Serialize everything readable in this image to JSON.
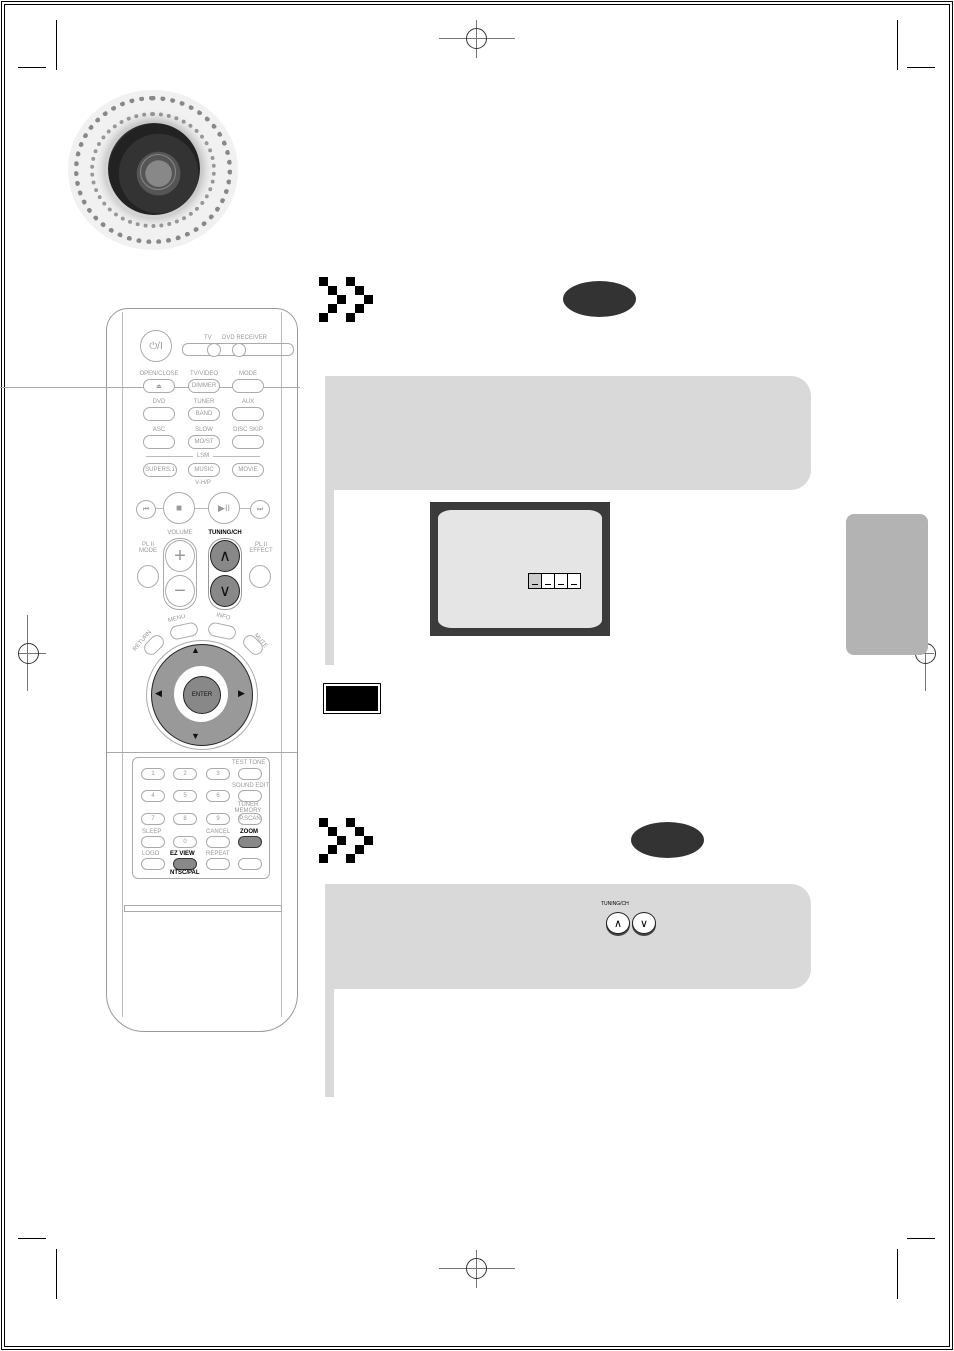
{
  "page": {
    "background": "#ffffff",
    "panel_color": "#d9d9d9",
    "side_tab_color": "#b3b3b3",
    "pill_color": "#333333"
  },
  "remote": {
    "power_label": "⏻/I",
    "mode_selector": {
      "tv": "TV",
      "dvd_receiver": "DVD RECEIVER"
    },
    "rows": [
      {
        "top_labels": [
          "OPEN/CLOSE",
          "TV/VIDEO",
          "MODE"
        ],
        "buttons": [
          "⏏",
          "DIMMER",
          ""
        ]
      },
      {
        "top_labels": [
          "DVD",
          "TUNER",
          "AUX"
        ],
        "buttons": [
          "",
          "BAND",
          ""
        ]
      },
      {
        "top_labels": [
          "ASC",
          "SLOW",
          "DISC SKIP"
        ],
        "buttons": [
          "",
          "MO/ST",
          ""
        ]
      }
    ],
    "lsm_label": "LSM",
    "lsm_buttons": [
      "SUPERS.1",
      "MUSIC",
      "MOVIE"
    ],
    "vhp_label": "V-H/P",
    "transport": {
      "prev": "⏮",
      "stop": "■",
      "play_pause": "▶II",
      "next": "⏭"
    },
    "volume_label": "VOLUME",
    "tuning_label": "TUNING/CH",
    "pl2_mode_label": "PL II MODE",
    "pl2_effect_label": "PL II EFFECT",
    "vol_plus": "+",
    "vol_minus": "−",
    "tuning_up": "∧",
    "tuning_down": "∨",
    "menu_label": "MENU",
    "info_label": "INFO",
    "return_label": "RETURN",
    "mute_label": "MUTE",
    "enter_label": "ENTER",
    "dpad": {
      "up": "▲",
      "down": "▼",
      "left": "◀",
      "right": "▶"
    },
    "keypad": {
      "numbers": [
        "1",
        "2",
        "3",
        "4",
        "5",
        "6",
        "7",
        "8",
        "9",
        "0"
      ],
      "test_tone": "TEST TONE",
      "sound_edit": "SOUND EDIT",
      "tuner_memory": "TUNER MEMORY",
      "p_scan": "P.SCAN",
      "sleep": "SLEEP",
      "cancel": "CANCEL",
      "zoom": "ZOOM",
      "logo": "LOGO",
      "ez_view": "EZ VIEW",
      "repeat": "REPEAT",
      "ntsc_pal": "NTSC/PAL"
    }
  },
  "section1": {
    "step_panel_text": "",
    "screen_digits": [
      "_",
      "_",
      "_",
      "_"
    ],
    "note_label": ""
  },
  "section2": {
    "inline_button_label": "TUNING/CH",
    "inline_up": "∧",
    "inline_down": "∨"
  }
}
